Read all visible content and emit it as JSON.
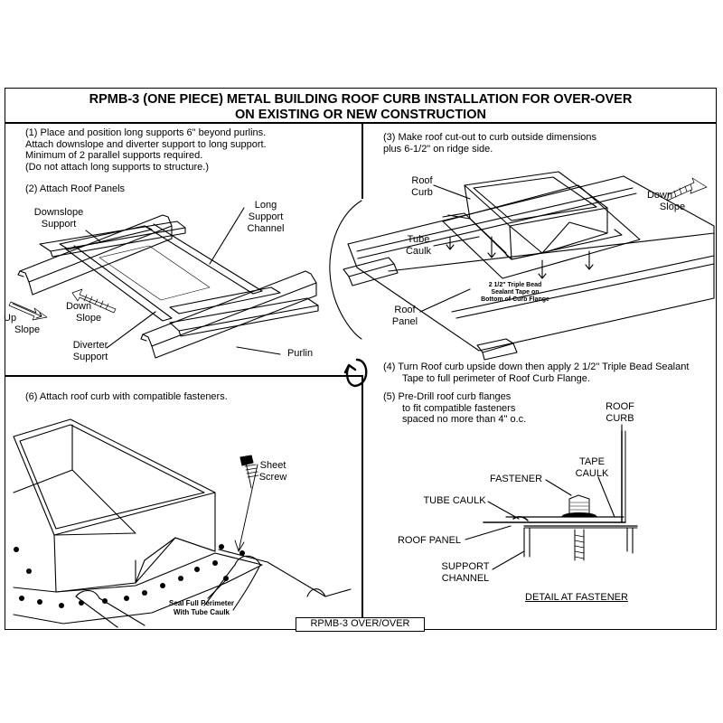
{
  "title": {
    "line1": "RPMB-3 (ONE PIECE) METAL BUILDING ROOF CURB INSTALLATION FOR OVER-OVER",
    "line2": "ON EXISTING OR NEW CONSTRUCTION"
  },
  "steps": {
    "s1": [
      "(1)  Place and position long supports 6\" beyond purlins.",
      "Attach downslope and diverter support to long support.",
      "Minimum of 2 parallel supports required.",
      "(Do not attach long supports to structure.)"
    ],
    "s2": "(2) Attach Roof Panels",
    "s3": [
      "(3) Make roof cut-out to curb outside dimensions",
      "plus 6-1/2\" on ridge side."
    ],
    "s4": [
      "(4)  Turn Roof curb upside down then apply 2 1/2\" Triple Bead Sealant",
      "Tape to full perimeter of Roof Curb Flange."
    ],
    "s5": [
      "(5)  Pre-Drill roof curb flanges",
      "to fit compatible fasteners",
      "spaced no more than 4\" o.c."
    ],
    "s6": "(6) Attach roof curb with compatible fasteners."
  },
  "labels_tl": {
    "downslope_support": [
      "Downslope",
      "Support"
    ],
    "long_support": [
      "Long",
      "Support",
      "Channel"
    ],
    "down_slope": [
      "Down",
      "Slope"
    ],
    "up_slope": [
      "Up",
      "Slope"
    ],
    "diverter_support": [
      "Diverter",
      "Support"
    ],
    "purlin": "Purlin"
  },
  "labels_tr": {
    "roof_curb": [
      "Roof",
      "Curb"
    ],
    "down_slope": [
      "Down",
      "Slope"
    ],
    "tube_caulk": [
      "Tube",
      "Caulk"
    ],
    "triple_bead": [
      "2 1/2\" Triple Bead",
      "Sealant Tape on",
      "Bottom of Curb Flange"
    ],
    "roof_panel": [
      "Roof",
      "Panel"
    ]
  },
  "labels_bl": {
    "sheet_screw": [
      "Sheet",
      "Screw"
    ],
    "seal_perimeter": [
      "Seal Full Perimeter",
      "With Tube Caulk"
    ]
  },
  "labels_detail": {
    "roof_curb": [
      "ROOF",
      "CURB"
    ],
    "tape_caulk": [
      "TAPE",
      "CAULK"
    ],
    "fastener": "FASTENER",
    "tube_caulk": "TUBE CAULK",
    "roof_panel": "ROOF PANEL",
    "support_channel": [
      "SUPPORT",
      "CHANNEL"
    ],
    "detail_title": "DETAIL AT FASTENER"
  },
  "footer_tag": "RPMB-3 OVER/OVER",
  "icons": {
    "turn_over": "rotate-arrow-icon"
  }
}
